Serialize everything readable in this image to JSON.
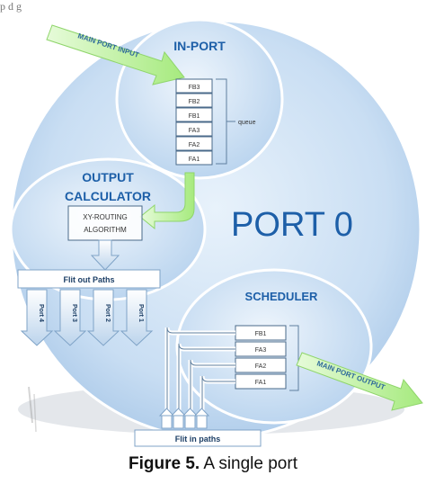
{
  "header_fragment": "p          d    g",
  "diagram": {
    "port_label": "PORT 0",
    "in_port": {
      "title": "IN-PORT",
      "input_arrow_label": "MAIN PORT INPUT",
      "queue_cells": [
        "FB3",
        "FB2",
        "FB1",
        "FA3",
        "FA2",
        "FA1"
      ],
      "queue_label": "queue"
    },
    "output_calculator": {
      "title_line1": "OUTPUT",
      "title_line2": "CALCULATOR",
      "algorithm_line1": "XY-ROUTING",
      "algorithm_line2": "ALGORITHM"
    },
    "flit_out": {
      "label": "Flit out Paths",
      "ports": [
        "Port 4",
        "Port 3",
        "Port 2",
        "Port 1"
      ]
    },
    "scheduler": {
      "title": "SCHEDULER",
      "cells": [
        "FB1",
        "FA3",
        "FA2",
        "FA1"
      ],
      "output_arrow_label": "MAIN PORT OUTPUT"
    },
    "flit_in": {
      "label": "Flit in paths"
    }
  },
  "caption": {
    "prefix": "Figure 5.",
    "text": " A single port"
  },
  "colors": {
    "bubble_fill": "#cfe3f7",
    "bubble_edge": "#ffffff",
    "title_blue": "#1d5fa8",
    "arrow_green": "#b8ef9a"
  }
}
